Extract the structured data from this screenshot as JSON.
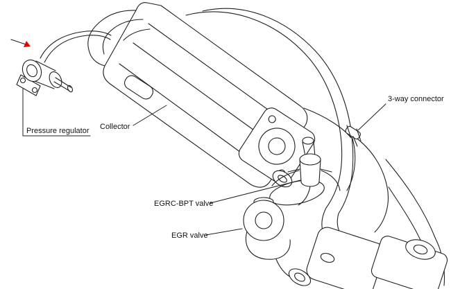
{
  "diagram": {
    "labels": {
      "pressure_regulator": "Pressure regulator",
      "collector": "Collector",
      "three_way_connector": "3-way connector",
      "egrc_bpt_valve": "EGRC-BPT valve",
      "egr_valve": "EGR valve"
    },
    "colors": {
      "line": "#1f1f1f",
      "text": "#111111",
      "arrow": "#e60000",
      "background": "#ffffff"
    }
  }
}
